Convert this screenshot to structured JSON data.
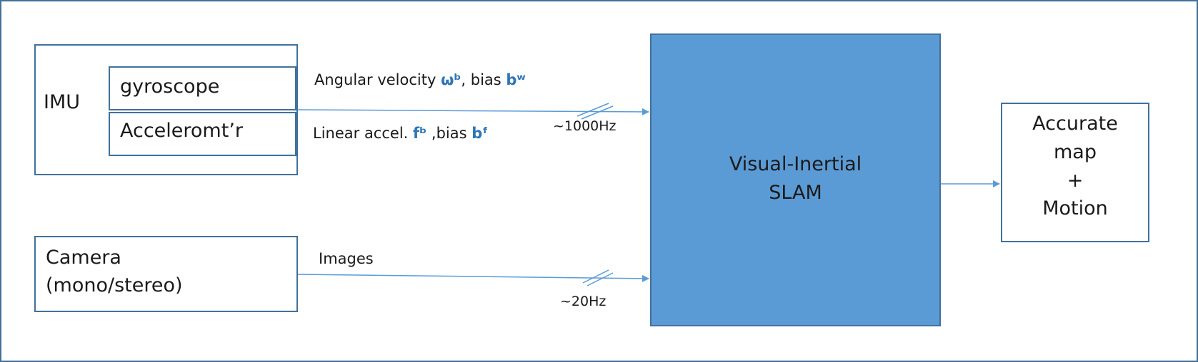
{
  "imu": {
    "label": "IMU",
    "gyroscope": "gyroscope",
    "accelerometer": "Acceleromt’r"
  },
  "camera": {
    "line1": "Camera",
    "line2": "(mono/stereo)"
  },
  "imu_signals": {
    "angular_text": "Angular velocity ",
    "angular_sym": "ωᵇ",
    "angular_mid": ", bias ",
    "angular_bias": "bʷ",
    "linear_text": "Linear accel. ",
    "linear_sym": "fᵇ",
    "linear_mid": " ,bias ",
    "linear_bias": "bᶠ",
    "rate": "~1000Hz"
  },
  "camera_signals": {
    "label": "Images",
    "rate": "~20Hz"
  },
  "slam": {
    "line1": "Visual-Inertial",
    "line2": "SLAM"
  },
  "output": {
    "line1": "Accurate",
    "line2": "map",
    "line3": "+",
    "line4": "Motion"
  },
  "colors": {
    "border": "#41719c",
    "slam_fill": "#5b9bd5",
    "symbol": "#2e75b6"
  }
}
